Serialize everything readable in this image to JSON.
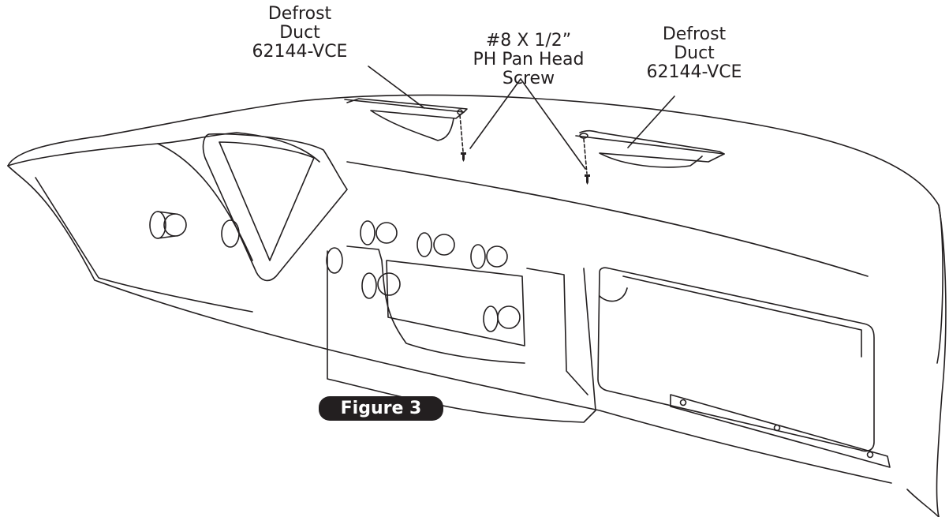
{
  "labels": {
    "duct_left": [
      "Defrost",
      "Duct",
      "62144-VCE"
    ],
    "screw": [
      "#8 X 1/2”",
      "PH Pan Head",
      "Screw"
    ],
    "duct_right": [
      "Defrost",
      "Duct",
      "62144-VCE"
    ]
  },
  "figure_label": "Figure 3",
  "colors": {
    "ink": "#231f20",
    "badge_background": "#231f20",
    "badge_text": "#ffffff",
    "background": "#ffffff"
  }
}
